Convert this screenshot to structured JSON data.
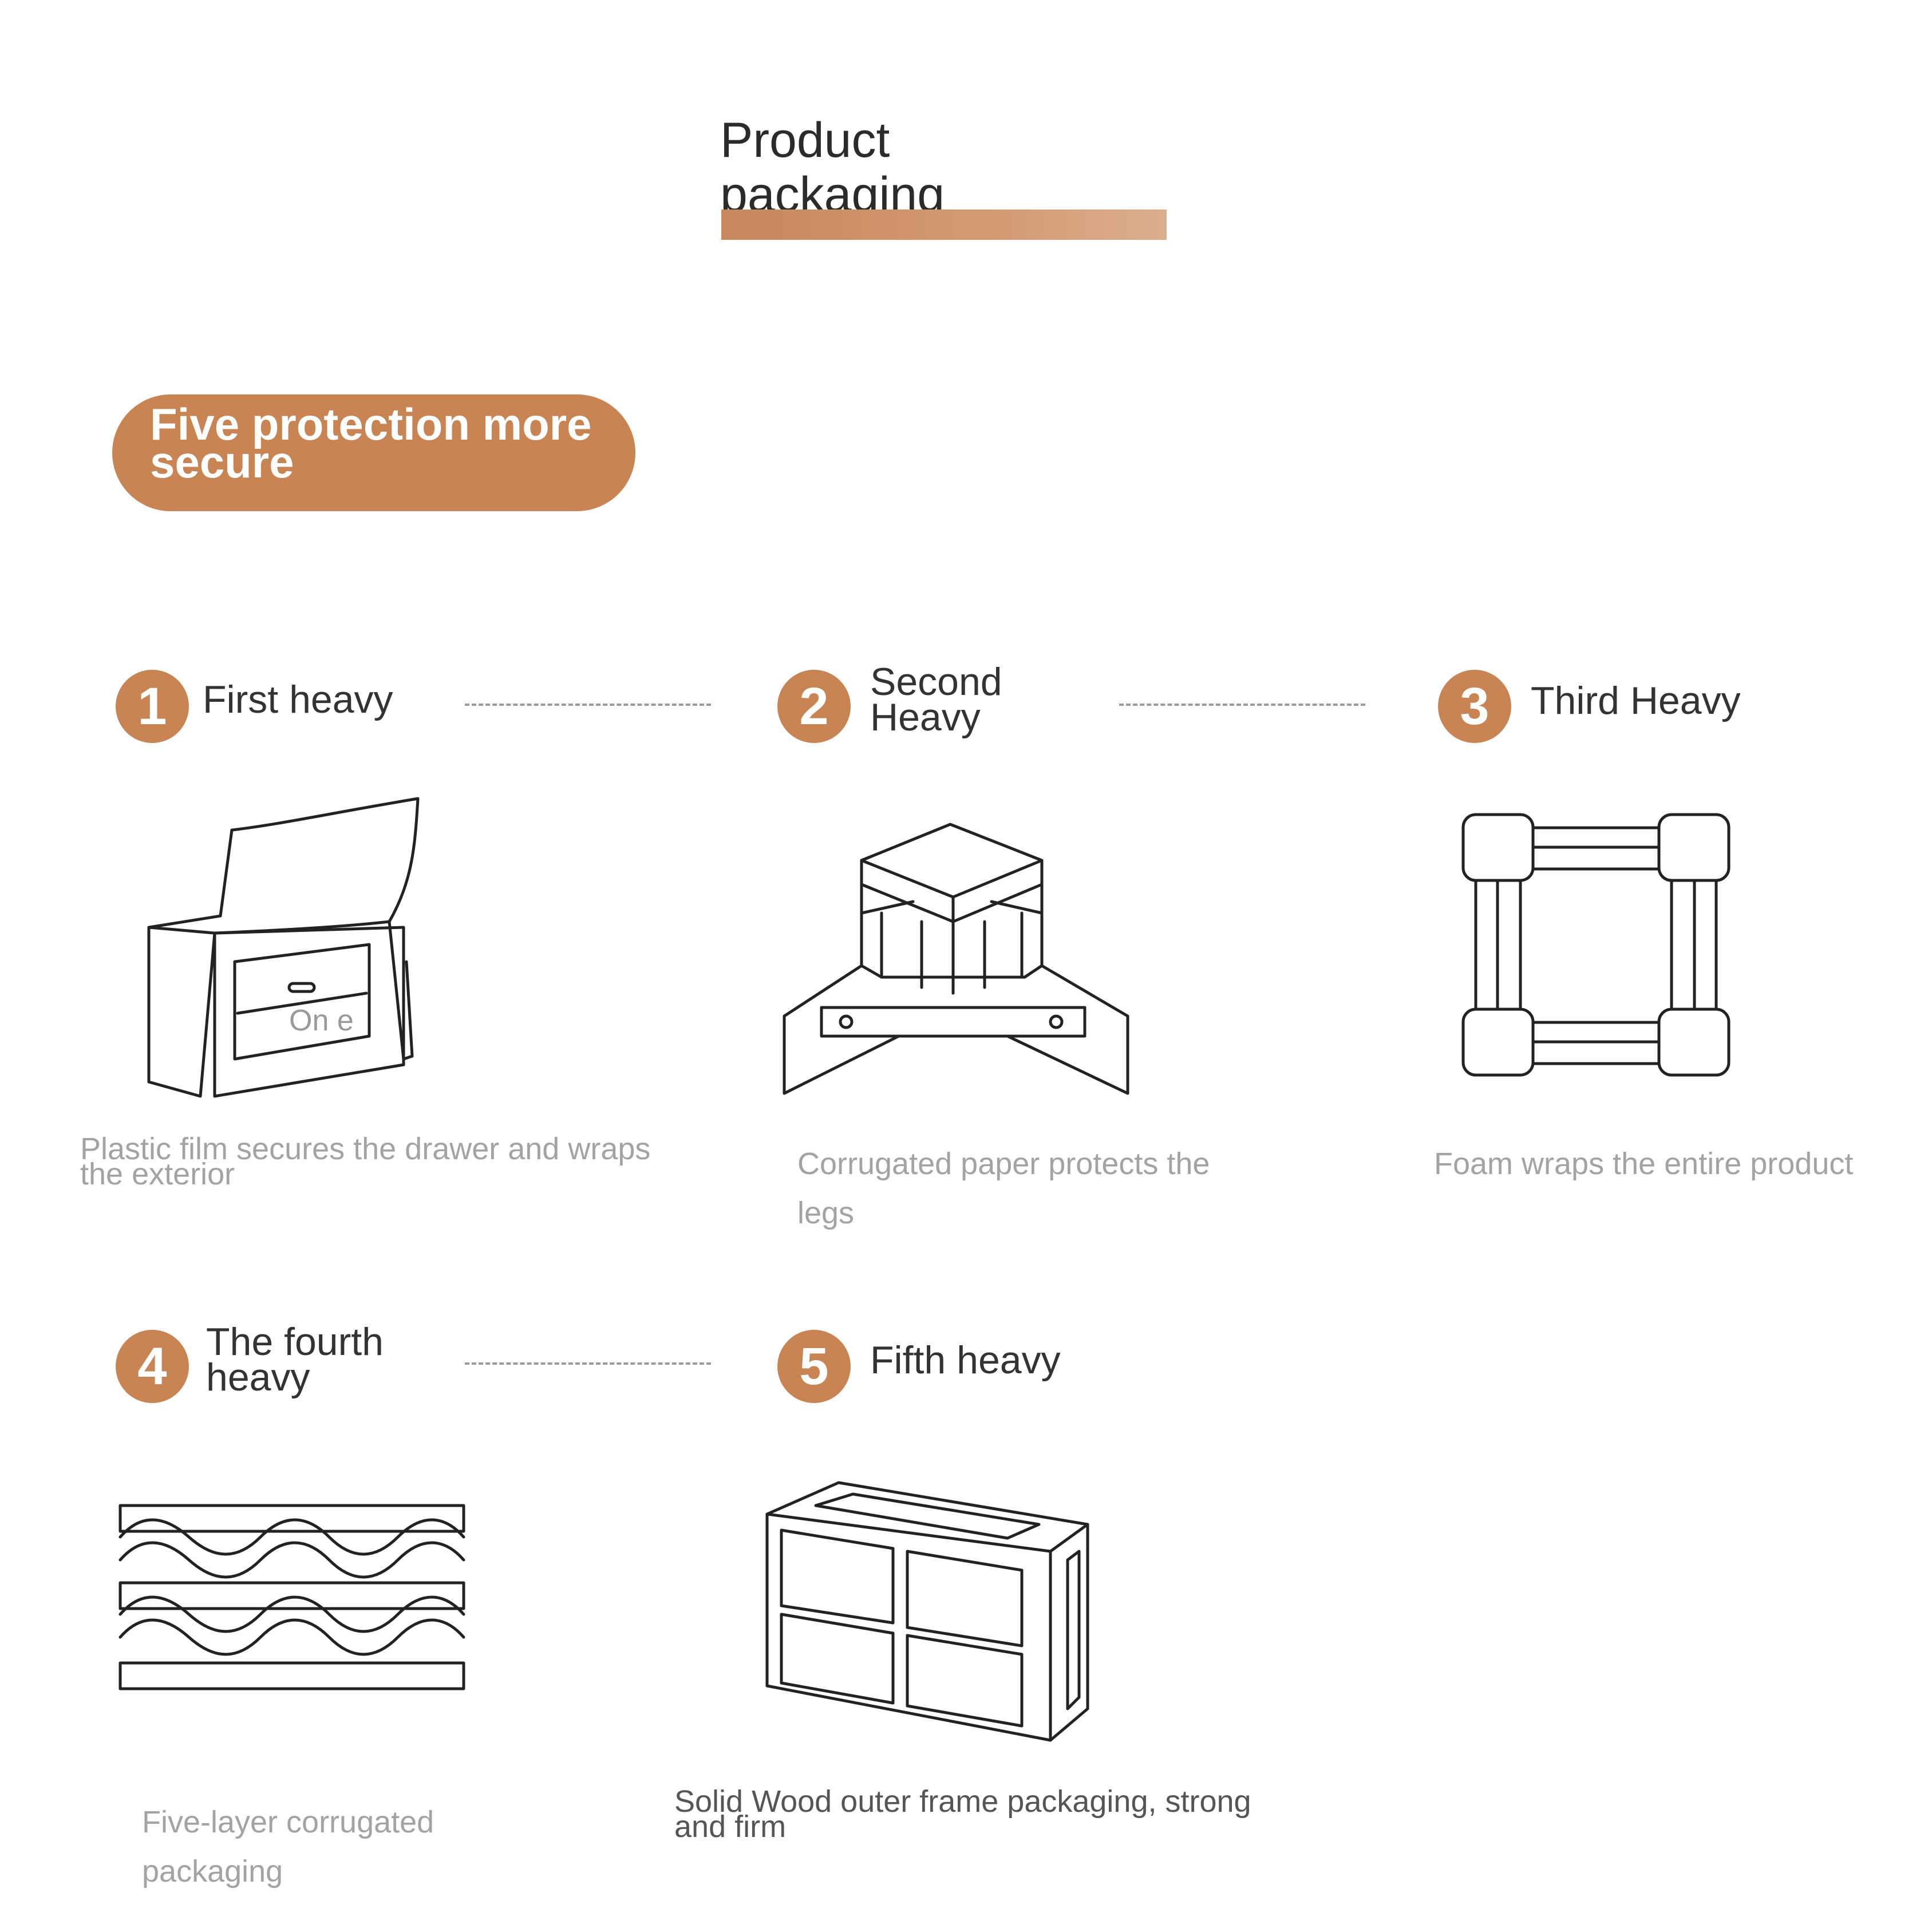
{
  "title": {
    "line1": "Product",
    "line2": "packaging"
  },
  "badge": {
    "line1": "Five protection more",
    "line2": "secure"
  },
  "steps": [
    {
      "number": "1",
      "label": "First heavy",
      "caption": "Plastic film secures the drawer and wraps the exterior",
      "figure_text": "On e",
      "icon": "plastic-film-nightstand-icon"
    },
    {
      "number": "2",
      "label": "Second Heavy",
      "caption": "Corrugated paper protects the legs",
      "icon": "corner-protector-icon"
    },
    {
      "number": "3",
      "label": "Third Heavy",
      "caption": "Foam wraps the entire product",
      "icon": "foam-frame-icon"
    },
    {
      "number": "4",
      "label": "The fourth heavy",
      "caption": "Five-layer corrugated packaging",
      "icon": "corrugated-layers-icon"
    },
    {
      "number": "5",
      "label": "Fifth heavy",
      "caption": "Solid Wood outer frame packaging, strong and firm",
      "icon": "wood-crate-icon"
    }
  ],
  "colors": {
    "accent": "#c98454",
    "caption": "#a3a3a3",
    "line": "#222222"
  }
}
